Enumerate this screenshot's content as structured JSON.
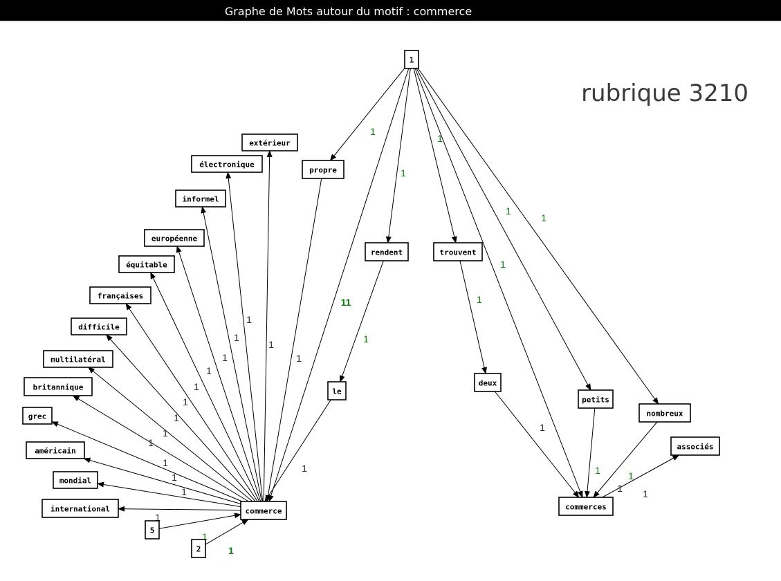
{
  "window": {
    "title": "Graphe de Mots autour du motif : commerce"
  },
  "rubrique": "rubrique 3210",
  "nodes": {
    "n1": "1",
    "propre": "propre",
    "exterieur": "extérieur",
    "electronique": "électronique",
    "informel": "informel",
    "europeenne": "européenne",
    "equitable": "équitable",
    "francaises": "françaises",
    "difficile": "difficile",
    "multilateral": "multilatéral",
    "britannique": "britannique",
    "grec": "grec",
    "americain": "américain",
    "mondial": "mondial",
    "international": "international",
    "commerce": "commerce",
    "n5": "5",
    "n2": "2",
    "rendent": "rendent",
    "trouvent": "trouvent",
    "le": "le",
    "deux": "deux",
    "petits": "petits",
    "nombreux": "nombreux",
    "associes": "associés",
    "commerces": "commerces"
  },
  "edges": [
    {
      "from": "n1",
      "to": "propre",
      "label": "1",
      "color": "green"
    },
    {
      "from": "n1",
      "to": "rendent",
      "label": "1",
      "color": "green"
    },
    {
      "from": "n1",
      "to": "commerce",
      "label": "11",
      "color": "green",
      "bold": true
    },
    {
      "from": "n1",
      "to": "trouvent",
      "label": "1",
      "color": "green"
    },
    {
      "from": "n1",
      "to": "commerces",
      "label": "1",
      "color": "green"
    },
    {
      "from": "n1",
      "to": "petits",
      "label": "1",
      "color": "green"
    },
    {
      "from": "n1",
      "to": "nombreux",
      "label": "1",
      "color": "green"
    },
    {
      "from": "commerce",
      "to": "exterieur",
      "label": "1"
    },
    {
      "from": "commerce",
      "to": "electronique",
      "label": "1"
    },
    {
      "from": "commerce",
      "to": "informel",
      "label": "1"
    },
    {
      "from": "commerce",
      "to": "europeenne",
      "label": "1"
    },
    {
      "from": "commerce",
      "to": "equitable",
      "label": "1"
    },
    {
      "from": "commerce",
      "to": "francaises",
      "label": "1"
    },
    {
      "from": "commerce",
      "to": "difficile",
      "label": "1"
    },
    {
      "from": "commerce",
      "to": "multilateral",
      "label": "1"
    },
    {
      "from": "commerce",
      "to": "britannique",
      "label": "1"
    },
    {
      "from": "commerce",
      "to": "grec",
      "label": "1"
    },
    {
      "from": "commerce",
      "to": "americain",
      "label": "1"
    },
    {
      "from": "commerce",
      "to": "mondial",
      "label": "1"
    },
    {
      "from": "commerce",
      "to": "international",
      "label": "1"
    },
    {
      "from": "propre",
      "to": "commerce",
      "label": "1"
    },
    {
      "from": "rendent",
      "to": "le",
      "label": "1",
      "color": "green"
    },
    {
      "from": "le",
      "to": "commerce",
      "label": "1"
    },
    {
      "from": "n5",
      "to": "commerce",
      "label": "1"
    },
    {
      "from": "n2",
      "to": "commerce",
      "label": "1",
      "color": "green"
    },
    {
      "from": "trouvent",
      "to": "deux",
      "label": "1",
      "color": "green"
    },
    {
      "from": "deux",
      "to": "commerces",
      "label": "1"
    },
    {
      "from": "petits",
      "to": "commerces",
      "label": "1",
      "color": "green"
    },
    {
      "from": "nombreux",
      "to": "commerces",
      "label": "1"
    },
    {
      "from": "commerces",
      "to": "associes",
      "label": "1",
      "color": "green"
    }
  ],
  "extra_labels": [
    "1",
    "1"
  ],
  "colors": {
    "label_green": "#0a7a0a",
    "label_gray": "#2a2a2a",
    "titlebar": "#000000"
  }
}
